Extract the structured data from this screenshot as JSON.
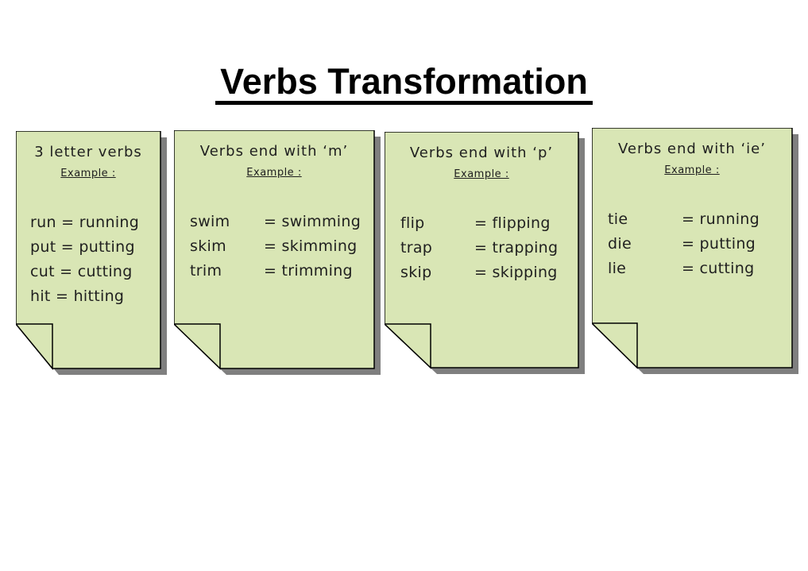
{
  "slide": {
    "title": "Verbs Transformation"
  },
  "colors": {
    "card_fill": "#d9e6b5",
    "card_shadow": "#7f7f7f",
    "card_border": "#000000",
    "text": "#1f1f1f"
  },
  "cards": [
    {
      "title": "3 letter verbs",
      "example_label": "Example :",
      "lines": [
        "run = running",
        "put = putting",
        "cut = cutting",
        "hit = hitting"
      ]
    },
    {
      "title": "Verbs end with ‘m’",
      "example_label": "Example :",
      "rows": [
        {
          "verb": "swim",
          "result": "= swimming"
        },
        {
          "verb": "skim",
          "result": "= skimming"
        },
        {
          "verb": "trim",
          "result": "= trimming"
        }
      ]
    },
    {
      "title": "Verbs end with ‘p’",
      "example_label": "Example :",
      "rows": [
        {
          "verb": "flip",
          "result": "= flipping"
        },
        {
          "verb": "trap",
          "result": "= trapping"
        },
        {
          "verb": "skip",
          "result": "= skipping"
        }
      ]
    },
    {
      "title": "Verbs end with ‘ie’",
      "example_label": "Example :",
      "rows": [
        {
          "verb": "tie",
          "result": "= running"
        },
        {
          "verb": "die",
          "result": "= putting"
        },
        {
          "verb": "lie",
          "result": "= cutting"
        }
      ]
    }
  ]
}
